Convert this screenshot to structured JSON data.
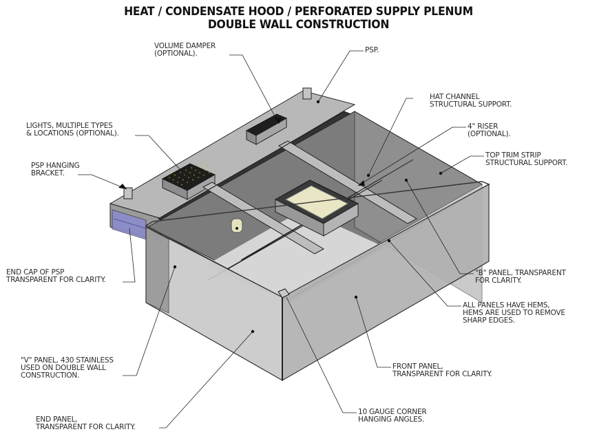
{
  "title": {
    "line1": "HEAT / CONDENSATE HOOD / PERFORATED SUPPLY PLENUM",
    "line2": "DOUBLE WALL CONSTRUCTION"
  },
  "callouts": {
    "volume_damper": "VOLUME DAMPER\n(OPTIONAL).",
    "psp": "PSP.",
    "hat_channel": "HAT CHANNEL\nSTRUCTURAL SUPPORT.",
    "riser": "4\" RISER\n(OPTIONAL).",
    "top_trim": "TOP TRIM STRIP\nSTRUCTURAL SUPPORT.",
    "lights": "LIGHTS, MULTIPLE TYPES\n& LOCATIONS (OPTIONAL).",
    "psp_bracket": "PSP HANGING\nBRACKET.",
    "end_cap": "END CAP OF PSP\nTRANSPARENT FOR CLARITY.",
    "b_panel": "\"B\" PANEL, TRANSPARENT\nFOR CLARITY.",
    "hems": "ALL PANELS HAVE HEMS,\nHEMS ARE USED TO REMOVE\nSHARP EDGES.",
    "v_panel": "\"V\" PANEL, 430 STAINLESS\nUSED ON DOUBLE WALL\nCONSTRUCTION.",
    "front_panel": "FRONT PANEL,\nTRANSPARENT FOR CLARITY.",
    "end_panel": "END PANEL,\nTRANSPARENT FOR CLARITY.",
    "corner_angles": "10 GAUGE CORNER\nHANGING ANGLES."
  },
  "colors": {
    "panel_light": "#c8c8c8",
    "panel_mid": "#a9a9a9",
    "panel_dark": "#555555",
    "channel_dark": "#2e2e2e",
    "filter_cream": "#e8e6c4",
    "endcap_blue": "#8a8ad0",
    "light_dots": "#c8b400"
  }
}
